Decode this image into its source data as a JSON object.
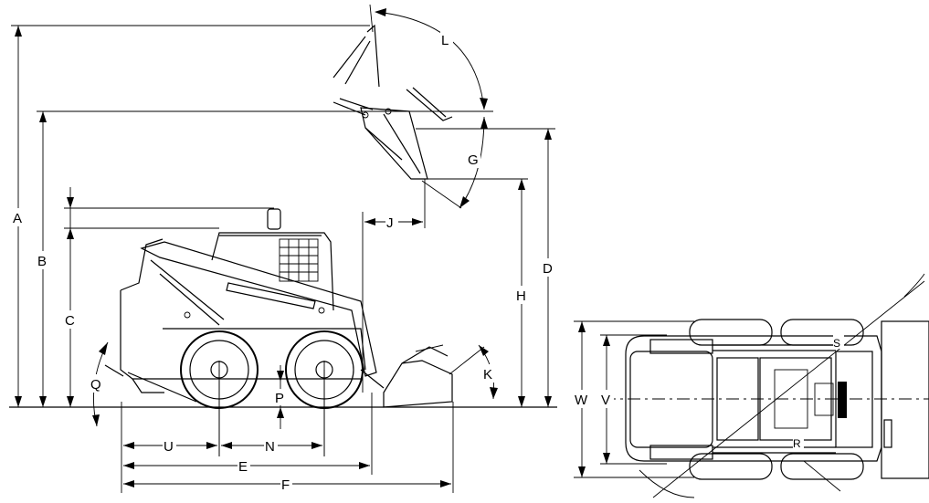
{
  "labels": {
    "A": "A",
    "B": "B",
    "C": "C",
    "D": "D",
    "E": "E",
    "F": "F",
    "G": "G",
    "H": "H",
    "J": "J",
    "K": "K",
    "L": "L",
    "N": "N",
    "P": "P",
    "Q": "Q",
    "U": "U",
    "V": "V",
    "W": "W",
    "S": "S",
    "R": "R"
  }
}
